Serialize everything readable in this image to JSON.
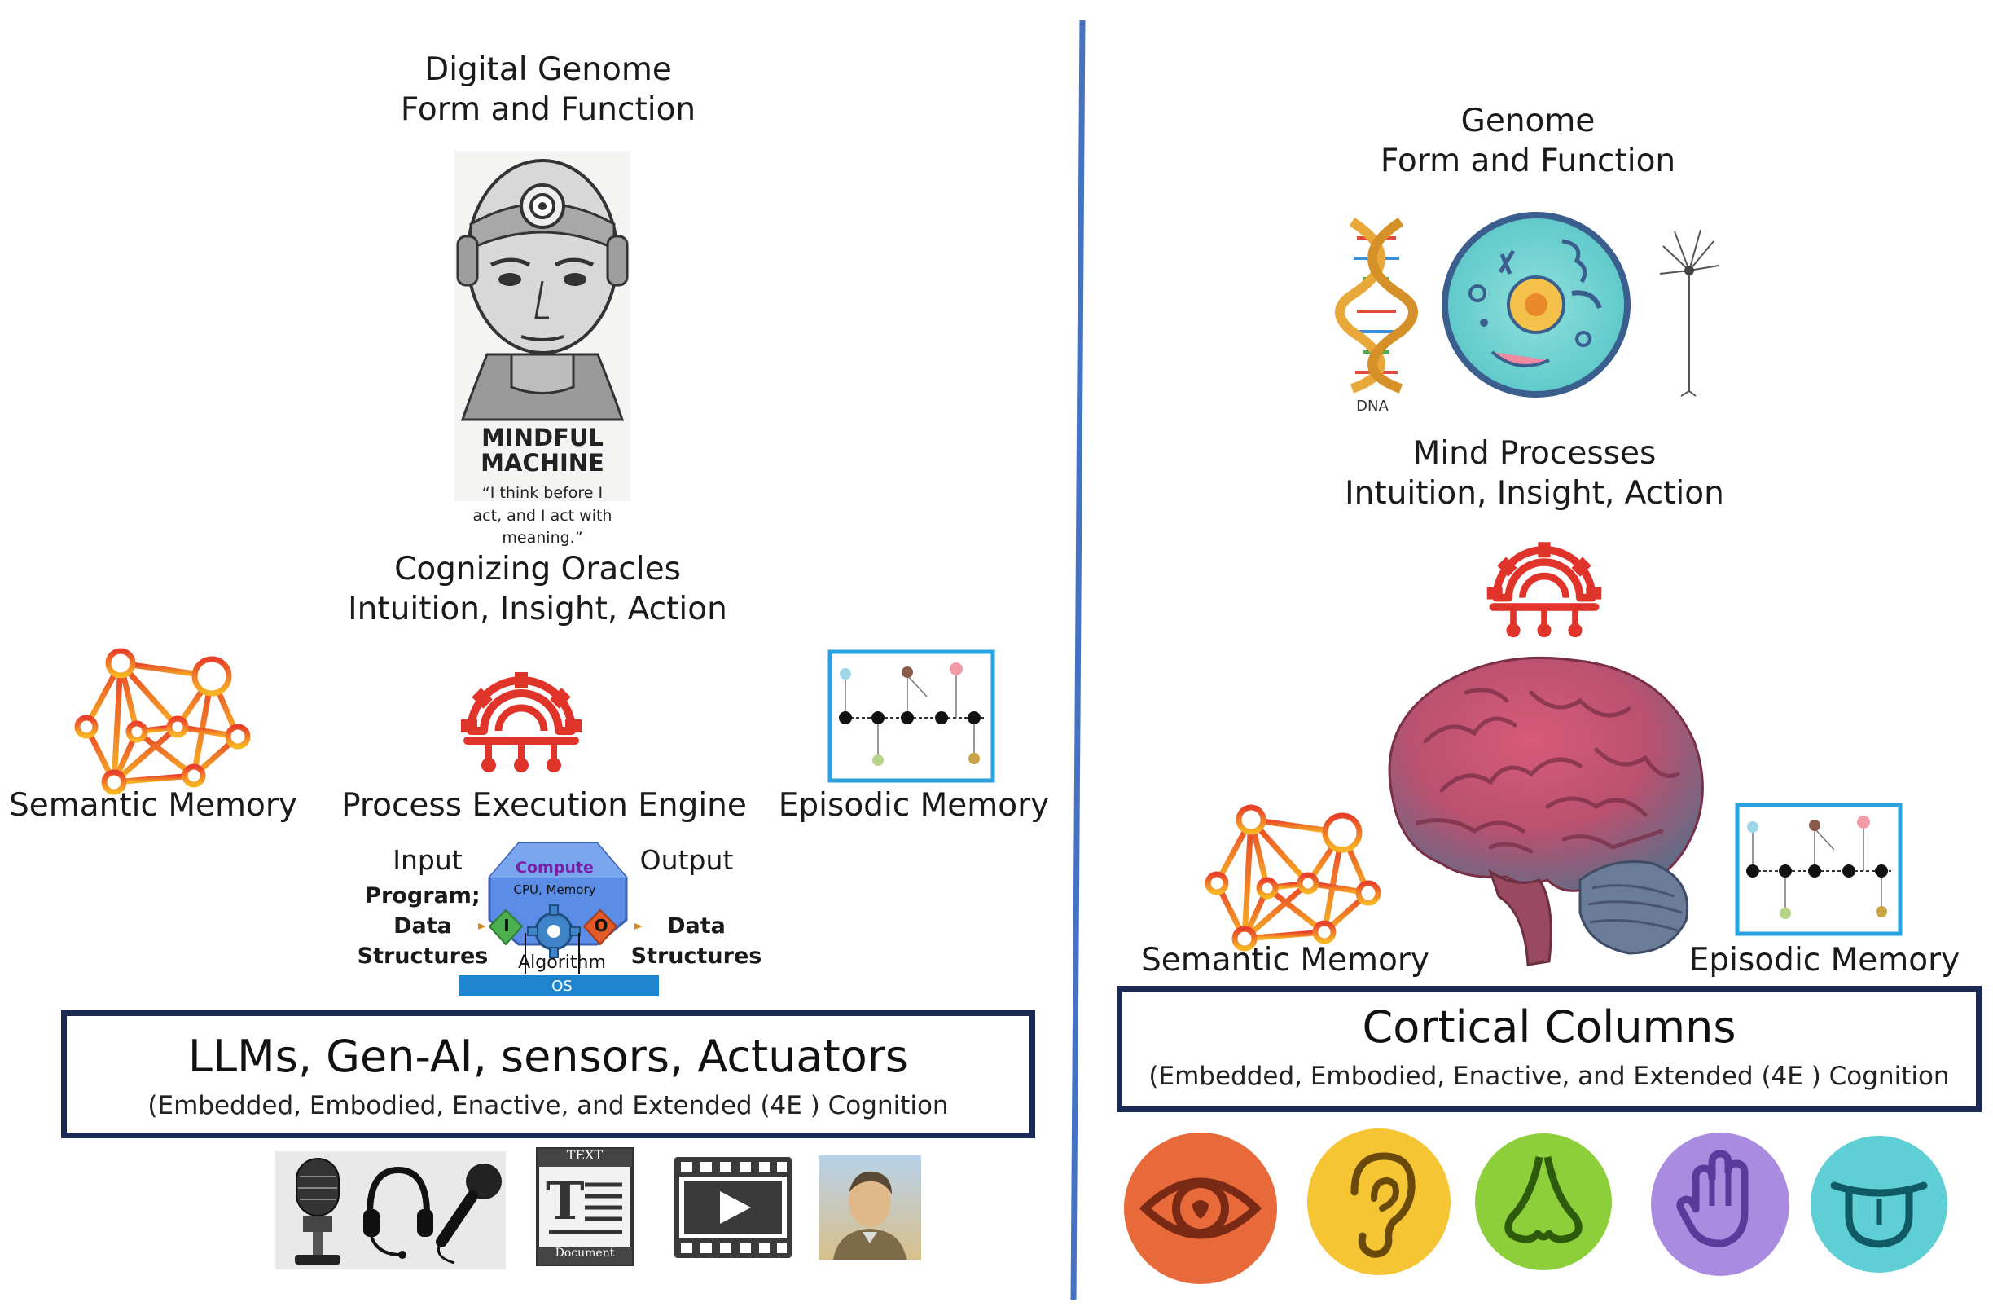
{
  "left": {
    "top_title_line1": "Digital Genome",
    "top_title_line2": "Form and Function",
    "poster_title_line1": "MINDFUL",
    "poster_title_line2": "MACHINE",
    "poster_quote_line1": "“I think before I",
    "poster_quote_line2": "act, and I act with",
    "poster_quote_line3": "meaning.”",
    "oracles_line1": "Cognizing Oracles",
    "oracles_line2": "Intuition, Insight, Action",
    "semantic_label": "Semantic Memory",
    "engine_label": "Process Execution Engine",
    "episodic_label": "Episodic Memory",
    "engine_diagram": {
      "input_label": "Input",
      "output_label": "Output",
      "input_program": "Program;",
      "input_data": "Data",
      "input_structures": "Structures",
      "output_data": "Data",
      "output_structures": "Structures",
      "compute": "Compute",
      "cpu_memory": "CPU, Memory",
      "algorithm": "Algorithm",
      "os": "OS",
      "i_letter": "I",
      "o_letter": "O"
    },
    "box_title": "LLMs, Gen-AI, sensors, Actuators",
    "box_subtitle": "(Embedded, Embodied, Enactive, and Extended (4E ) Cognition",
    "doc_icon_top": "TEXT",
    "doc_icon_bottom": "Document"
  },
  "right": {
    "top_title_line1": "Genome",
    "top_title_line2": "Form and Function",
    "dna_label": "DNA",
    "mind_line1": "Mind Processes",
    "mind_line2": "Intuition, Insight, Action",
    "semantic_label": "Semantic Memory",
    "episodic_label": "Episodic Memory",
    "box_title": "Cortical Columns",
    "box_subtitle": "(Embedded, Embodied, Enactive, and Extended (4E ) Cognition"
  },
  "colors": {
    "divider": "#4472c4",
    "box_border": "#1b2a55",
    "engine_red": "#e0342b",
    "network_orange": "#f08a1d",
    "episodic_frame": "#29a3e0",
    "sense_sight": "#e86a3a",
    "sense_hearing": "#f6c533",
    "sense_smell": "#8ccf3b",
    "sense_touch": "#a98be0",
    "sense_taste": "#5fcfd6"
  },
  "icons": [
    "robot-head-icon",
    "neural-network-icon",
    "process-engine-gear-icon",
    "episodic-timeline-icon",
    "compute-diagram-icon",
    "microphone-icon",
    "headset-icon",
    "handheld-mic-icon",
    "text-document-icon",
    "video-play-icon",
    "portrait-photo-icon",
    "dna-helix-icon",
    "cell-icon",
    "neuron-icon",
    "brain-icon",
    "eye-icon",
    "ear-icon",
    "nose-icon",
    "hand-icon",
    "tongue-icon"
  ]
}
